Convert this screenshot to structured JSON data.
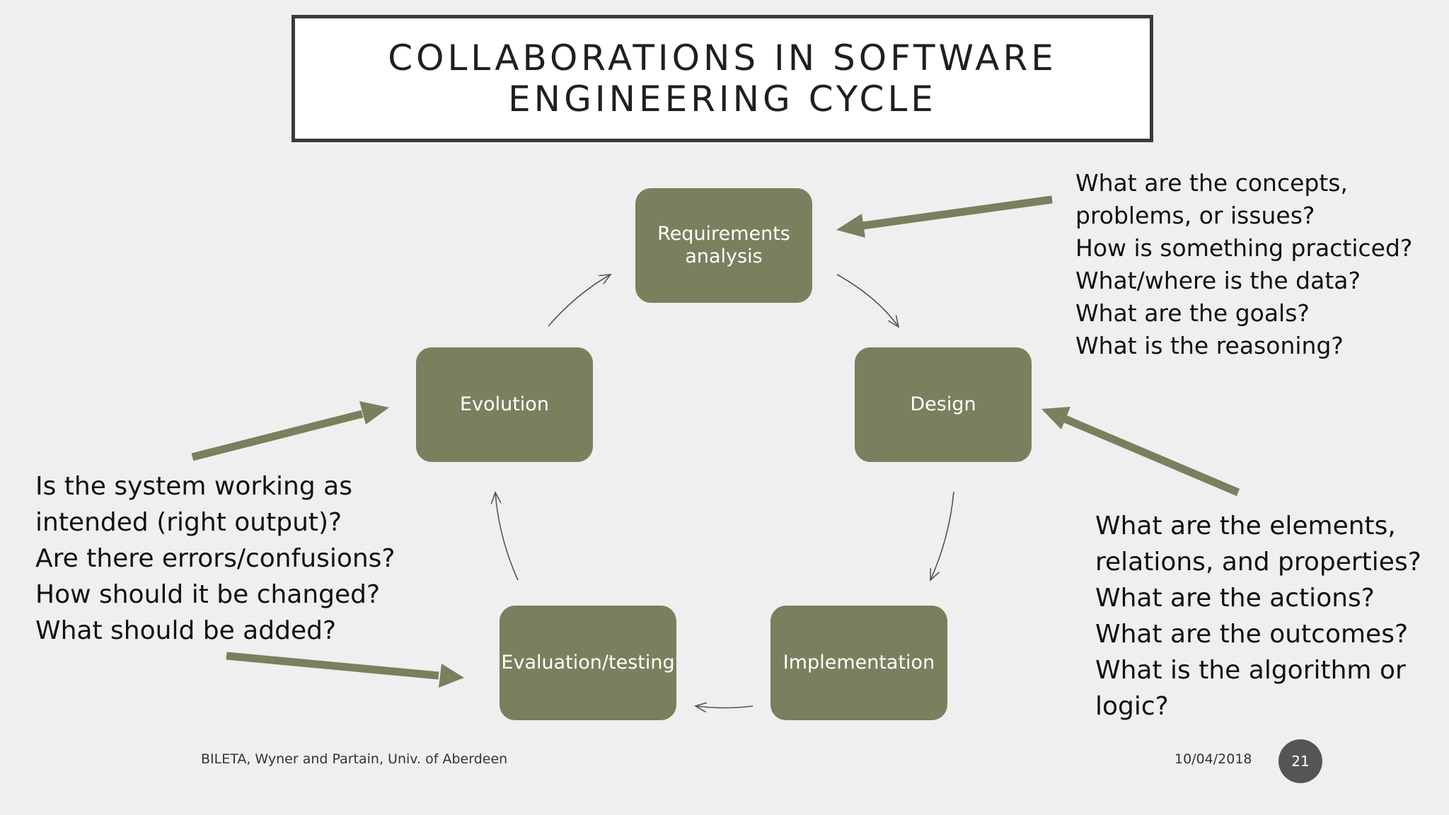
{
  "title": {
    "line1": "COLLABORATIONS IN SOFTWARE",
    "line2": "ENGINEERING CYCLE"
  },
  "nodes": {
    "requirements": {
      "line1": "Requirements",
      "line2": "analysis"
    },
    "design": {
      "label": "Design"
    },
    "implementation": {
      "label": "Implementation"
    },
    "evaluation": {
      "label": "Evaluation/testing"
    },
    "evolution": {
      "label": "Evolution"
    }
  },
  "questions": {
    "requirements": [
      "What are the concepts,",
      "problems, or issues?",
      "How is something practiced?",
      "What/where is the data?",
      "What are the goals?",
      "What is the reasoning?"
    ],
    "design": [
      "What are the elements,",
      "relations, and properties?",
      "What are the actions?",
      "What are the outcomes?",
      "What is the algorithm or",
      "logic?"
    ],
    "evaluation": [
      "Is the system working as",
      "intended (right output)?",
      "Are there errors/confusions?",
      "How should it be changed?",
      "What should be added?"
    ]
  },
  "footer": {
    "source": "BILETA, Wyner and Partain, Univ. of Aberdeen",
    "date": "10/04/2018",
    "page": "21"
  },
  "colors": {
    "node_fill": "#7a7f5e",
    "arrow_thick": "#7a7f5e",
    "arrow_thin": "#555555",
    "background": "#efefef"
  }
}
